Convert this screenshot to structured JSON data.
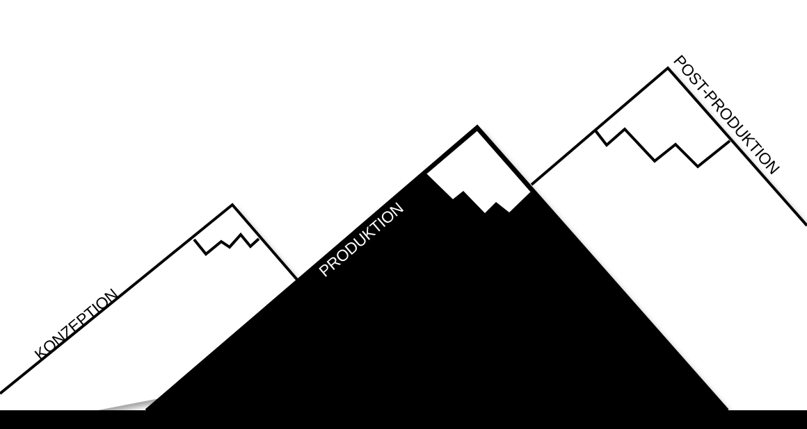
{
  "labels": {
    "concept": "KONZEPTION",
    "production": "PRODUKTION",
    "post_production": "POST-PRODUKTION"
  },
  "colors": {
    "background": "#ffffff",
    "ink": "#000000",
    "label_on_light": "#000000",
    "label_on_dark": "#ffffff"
  }
}
